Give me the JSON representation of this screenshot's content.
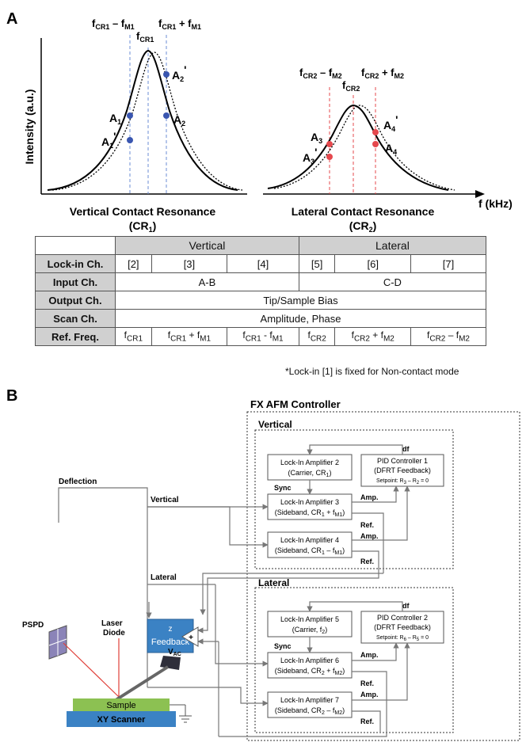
{
  "panel_a": {
    "label": "A",
    "y_axis_label": "Intensity (a.u.)",
    "x_axis_label": "f (kHz)",
    "cr1": {
      "top_left": "f",
      "top_left_sub": "CR1",
      "top_left_mid": " – f",
      "top_left_sub2": "M1",
      "top_right": "f",
      "top_right_sub": "CR1",
      "top_right_mid": " + f",
      "top_right_sub2": "M1",
      "center": "f",
      "center_sub": "CR1",
      "points": [
        {
          "name": "A",
          "sub": "1",
          "sup": ""
        },
        {
          "name": "A",
          "sub": "1",
          "sup": "'"
        },
        {
          "name": "A",
          "sub": "2",
          "sup": ""
        },
        {
          "name": "A",
          "sub": "2",
          "sup": "'"
        }
      ],
      "title": "Vertical Contact Resonance",
      "subtitle": "(CR",
      "subtitle_sub": "1",
      "subtitle_end": ")"
    },
    "cr2": {
      "top_left": "f",
      "top_left_sub": "CR2",
      "top_left_mid": " – f",
      "top_left_sub2": "M2",
      "top_right": "f",
      "top_right_sub": "CR2",
      "top_right_mid": " + f",
      "top_right_sub2": "M2",
      "center": "f",
      "center_sub": "CR2",
      "points": [
        {
          "name": "A",
          "sub": "3",
          "sup": ""
        },
        {
          "name": "A",
          "sub": "3",
          "sup": "'"
        },
        {
          "name": "A",
          "sub": "4",
          "sup": ""
        },
        {
          "name": "A",
          "sub": "4",
          "sup": "'"
        }
      ],
      "title": "Lateral Contact Resonance",
      "subtitle": "(CR",
      "subtitle_sub": "2",
      "subtitle_end": ")"
    },
    "colors": {
      "cr1_points": "#3a56b0",
      "cr2_points": "#e5484d"
    }
  },
  "table": {
    "group_vertical": "Vertical",
    "group_lateral": "Lateral",
    "rows": {
      "lockin": {
        "label": "Lock-in Ch.",
        "cells": [
          "[2]",
          "[3]",
          "[4]",
          "[5]",
          "[6]",
          "[7]"
        ]
      },
      "input": {
        "label": "Input Ch.",
        "vertical": "A-B",
        "lateral": "C-D"
      },
      "output": {
        "label": "Output Ch.",
        "value": "Tip/Sample Bias"
      },
      "scan": {
        "label": "Scan Ch.",
        "value": "Amplitude, Phase"
      },
      "ref": {
        "label": "Ref. Freq.",
        "cells": [
          {
            "a": "f",
            "as": "CR1",
            "op": "",
            "b": "",
            "bs": ""
          },
          {
            "a": "f",
            "as": "CR1",
            "op": " + f",
            "b": "",
            "bs": "M1"
          },
          {
            "a": "f",
            "as": "CR1",
            "op": " - f",
            "b": "",
            "bs": "M1"
          },
          {
            "a": "f",
            "as": "CR2",
            "op": "",
            "b": "",
            "bs": ""
          },
          {
            "a": "f",
            "as": "CR2",
            "op": " + f",
            "b": "",
            "bs": "M2"
          },
          {
            "a": "f",
            "as": "CR2",
            "op": " – f",
            "b": "",
            "bs": "M2"
          }
        ]
      }
    },
    "note": "*Lock-in [1] is fixed for Non-contact mode"
  },
  "panel_b": {
    "label": "B",
    "controller_title": "FX AFM Controller",
    "vertical_title": "Vertical",
    "lateral_title": "Lateral",
    "signals": {
      "deflection": "Deflection",
      "vertical": "Vertical",
      "lateral": "Lateral",
      "df": "df",
      "sync": "Sync",
      "amp": "Amp.",
      "ref": "Ref."
    },
    "vertical_blocks": {
      "lia2": {
        "l1": "Lock-In Amplifier 2",
        "l2a": "(Carrier, CR",
        "l2s": "1",
        "l2b": ")"
      },
      "lia3": {
        "l1": "Lock-In Amplifier 3",
        "l2a": "(Sideband, CR",
        "l2s": "1",
        "l2b": " + f",
        "l2s2": "M1",
        "l2c": ")"
      },
      "lia4": {
        "l1": "Lock-In Amplifier 4",
        "l2a": "(Sideband, CR",
        "l2s": "1",
        "l2b": " – f",
        "l2s2": "M1",
        "l2c": ")"
      },
      "pid": {
        "l1": "PID Controller 1",
        "l2": "(DFRT Feedback)",
        "l3": "Setpoint: R",
        "l3s": "3",
        "l3b": " – R",
        "l3s2": "2",
        "l3c": " = 0"
      }
    },
    "lateral_blocks": {
      "lia5": {
        "l1": "Lock-In Amplifier 5",
        "l2a": "(Carrier, f",
        "l2s": "2",
        "l2b": ")"
      },
      "lia6": {
        "l1": "Lock-In Amplifier 6",
        "l2a": "(Sideband, CR",
        "l2s": "2",
        "l2b": " + f",
        "l2s2": "M2",
        "l2c": ")"
      },
      "lia7": {
        "l1": "Lock-In Amplifier 7",
        "l2a": "(Sideband, CR",
        "l2s": "2",
        "l2b": " – f",
        "l2s2": "M2",
        "l2c": ")"
      },
      "pid": {
        "l1": "PID Controller 2",
        "l2": "(DFRT Feedback)",
        "l3": "Setpoint: R",
        "l3s": "6",
        "l3b": " – R",
        "l3s2": "5",
        "l3c": " = 0"
      }
    },
    "hardware": {
      "pspd": "PSPD",
      "laser1": "Laser",
      "laser2": "Diode",
      "z": "z",
      "feedback": "Feedback",
      "vac": "V",
      "vac_sub": "AC",
      "sample": "Sample",
      "scanner": "XY Scanner",
      "plus": "+"
    },
    "colors": {
      "feedback_box": "#3b82c4",
      "sample": "#8cc152",
      "scanner": "#3b82c4",
      "pspd": "#8b84b8",
      "laser_beam": "#e0403a"
    }
  }
}
